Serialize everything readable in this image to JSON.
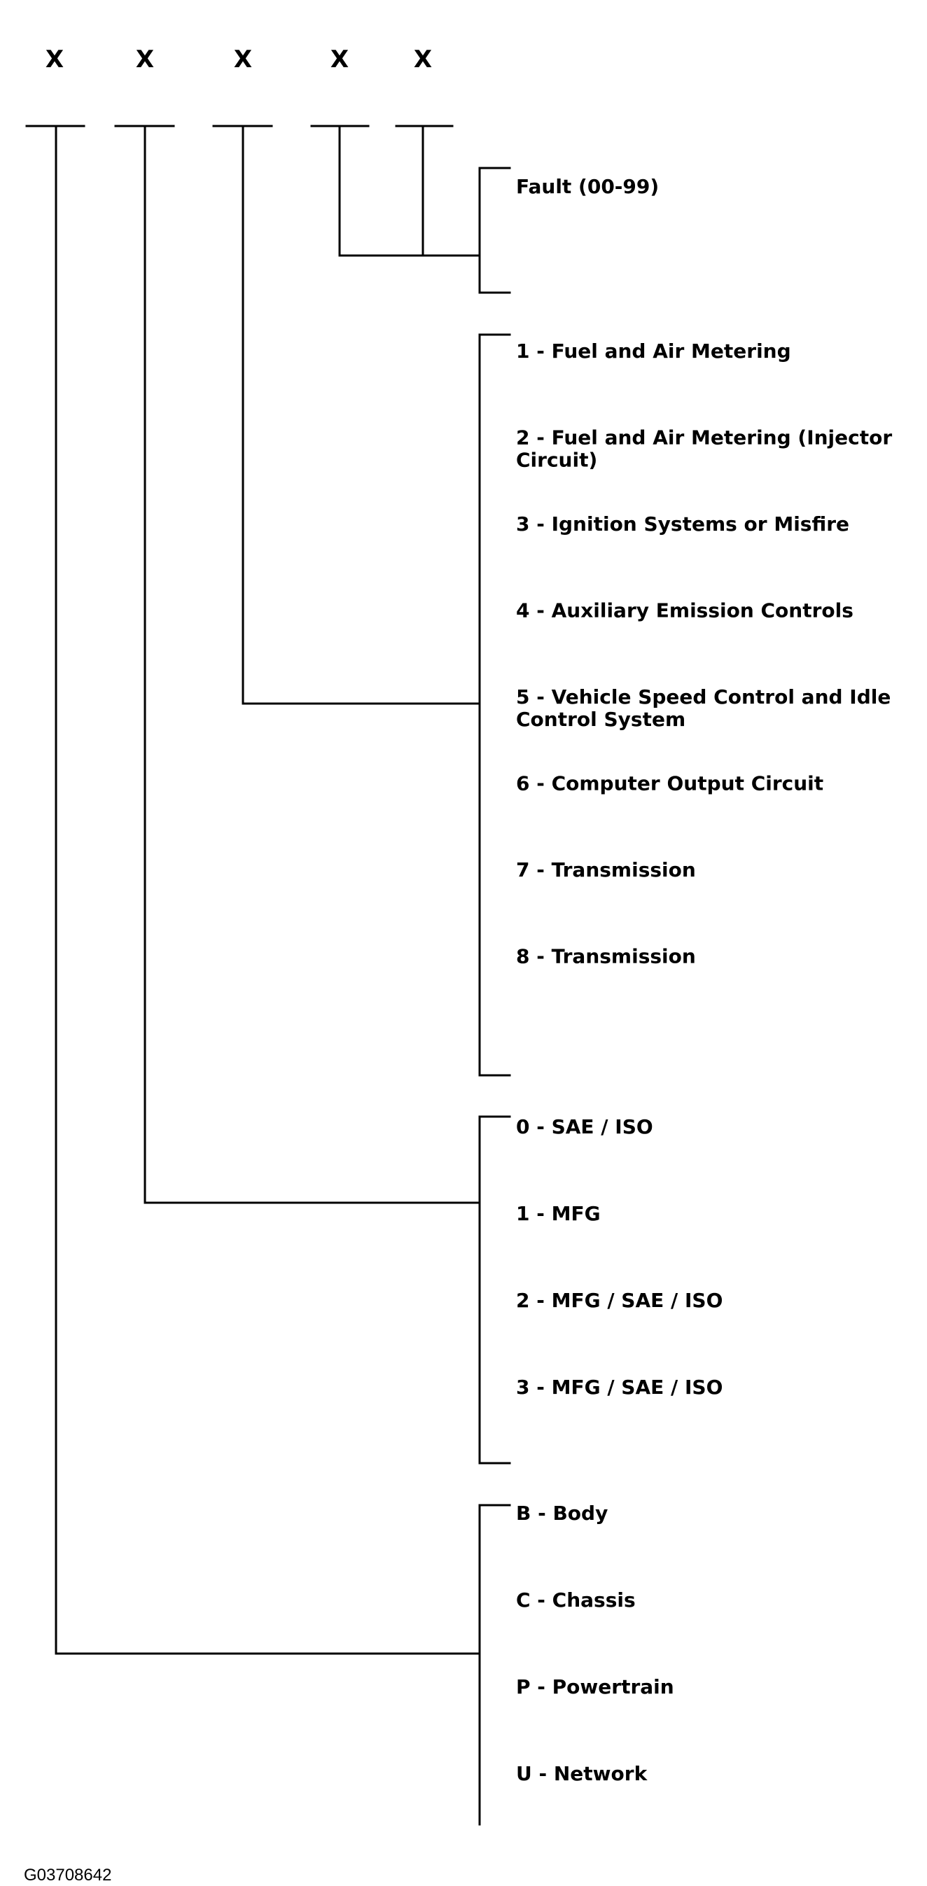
{
  "positions": [
    "X",
    "X",
    "X",
    "X",
    "X"
  ],
  "groups": {
    "fault": {
      "items": [
        "Fault (00-99)"
      ]
    },
    "subsystem": {
      "items": [
        [
          "1 - Fuel and Air Metering"
        ],
        [
          "2 - Fuel and Air Metering (Injector",
          "Circuit)"
        ],
        [
          "3 - Ignition Systems or Misfire"
        ],
        [
          "4 - Auxiliary Emission Controls"
        ],
        [
          "5 - Vehicle Speed Control and Idle",
          "Control System"
        ],
        [
          "6 - Computer Output Circuit"
        ],
        [
          "7 - Transmission"
        ],
        [
          "8 - Transmission"
        ]
      ]
    },
    "code_type": {
      "items": [
        "0 - SAE / ISO",
        "1 - MFG",
        "2 - MFG / SAE / ISO",
        "3 - MFG / SAE / ISO"
      ]
    },
    "system": {
      "items": [
        "B - Body",
        "C - Chassis",
        "P - Powertrain",
        "U - Network"
      ]
    }
  },
  "figure_code": "G03708642"
}
